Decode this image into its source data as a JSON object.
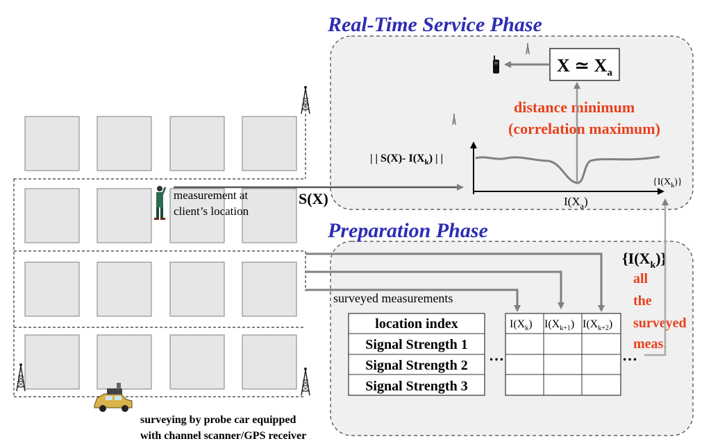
{
  "titles": {
    "realtime": "Real-Time Service Phase",
    "preparation": "Preparation Phase"
  },
  "labels": {
    "estimate": "X ≃ X",
    "estimate_sub": "a",
    "distance_1": "distance  minimum",
    "distance_2": "(correlation  maximum)",
    "norm_prefix": "| | S(X)- I(X",
    "norm_sub": "k",
    "norm_suffix": ") | |",
    "axis_x_prefix": "{I(X",
    "axis_x_sub": "k",
    "axis_x_suffix": ")}",
    "min_prefix": "I(X",
    "min_sub": "a",
    "min_suffix": ")",
    "sx": "S(X)",
    "measurement_1": "measurement at",
    "measurement_2": "client’s location",
    "set_prefix": "{I(X",
    "set_sub": "k",
    "set_suffix": ")}",
    "all_1": "all",
    "all_2": "the",
    "all_3": "surveyed",
    "all_4": "meas.",
    "surveyed": "surveyed measurements",
    "ellipsis": "…",
    "survey_1": "surveying by probe car equipped",
    "survey_2": "with channel scanner/GPS receiver"
  },
  "table": {
    "rows": [
      "location index",
      "Signal Strength 1",
      "Signal Strength 2",
      "Signal Strength 3"
    ],
    "columns": [
      {
        "prefix": "I(X",
        "sub": "k",
        "suffix": ")"
      },
      {
        "prefix": "I(X",
        "sub": "k+1",
        "suffix": ")"
      },
      {
        "prefix": "I(X",
        "sub": "k+2",
        "suffix": ")"
      }
    ]
  },
  "icons": [
    "cell-tower-icon",
    "mobile-phone-icon",
    "person-icon",
    "probe-car-icon"
  ]
}
